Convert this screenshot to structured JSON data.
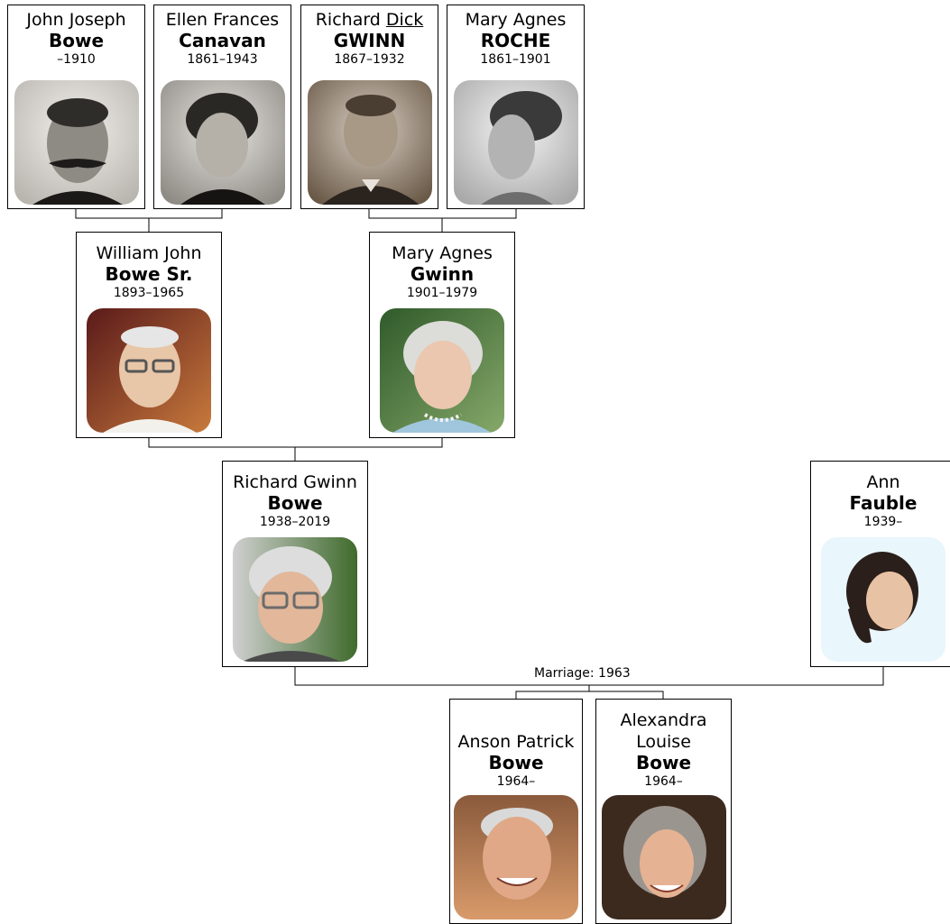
{
  "people": {
    "john_joseph": {
      "given": "John Joseph",
      "surname": "Bowe",
      "dates": "–1910",
      "photo": "sepia-portrait-mustached-man"
    },
    "ellen_frances": {
      "given": "Ellen Frances",
      "surname": "Canavan",
      "dates": "1861–1943",
      "photo": "sepia-portrait-woman"
    },
    "richard_dick": {
      "given_first": "Richard",
      "nickname": "Dick",
      "surname": "GWINN",
      "dates": "1867–1932",
      "photo": "sepia-portrait-man-suit"
    },
    "mary_agnes_roche": {
      "given": "Mary Agnes",
      "surname": "ROCHE",
      "dates": "1861–1901",
      "photo": "grey-profile-portrait-woman"
    },
    "william_john": {
      "given": "William John",
      "surname": "Bowe Sr.",
      "dates": "1893–1965",
      "photo": "color-portrait-old-man-glasses"
    },
    "mary_agnes_gwinn": {
      "given": "Mary Agnes",
      "surname": "Gwinn",
      "dates": "1901–1979",
      "photo": "color-portrait-old-woman"
    },
    "richard_gwinn": {
      "given": "Richard Gwinn",
      "surname": "Bowe",
      "dates": "1938–2019",
      "photo": "color-portrait-man-glasses"
    },
    "ann": {
      "given": "Ann",
      "surname": "Fauble",
      "dates": "1939–",
      "photo": "color-portrait-young-woman"
    },
    "anson_patrick": {
      "given": "Anson Patrick",
      "surname": "Bowe",
      "dates": "1964–",
      "photo": "color-portrait-smiling-man"
    },
    "alexandra_louise": {
      "given_line1": "Alexandra",
      "given_line2": "Louise",
      "surname": "Bowe",
      "dates": "1964–",
      "photo": "color-portrait-grey-haired-woman"
    }
  },
  "marriage_label": "Marriage: 1963",
  "colors": {
    "line": "#000000",
    "border": "#000000",
    "sepia": "#6b5a48",
    "background": "#ffffff"
  }
}
